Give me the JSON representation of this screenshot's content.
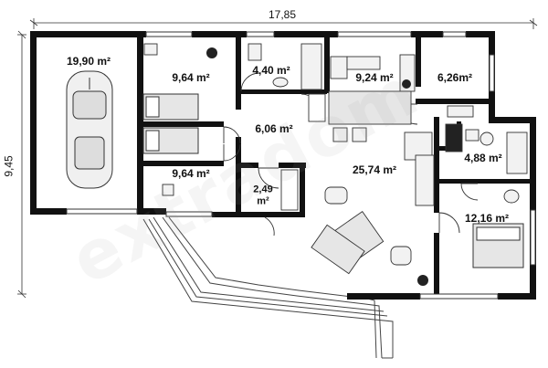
{
  "dimensions": {
    "width": "17,85",
    "height": "9,45"
  },
  "rooms": [
    {
      "id": "garage",
      "area": "19,90 m²"
    },
    {
      "id": "bedroom-top",
      "area": "9,64 m²"
    },
    {
      "id": "bathroom",
      "area": "4,40 m²"
    },
    {
      "id": "kitchen",
      "area": "9,24 m²"
    },
    {
      "id": "utility",
      "area": "6,26m²"
    },
    {
      "id": "hall",
      "area": "6,06 m²"
    },
    {
      "id": "bedroom-bottom",
      "area": "9,64 m²"
    },
    {
      "id": "closet",
      "area_line1": "2,49",
      "area_line2": "m²"
    },
    {
      "id": "living",
      "area": "25,74 m²"
    },
    {
      "id": "bath-small",
      "area": "4,88 m²"
    },
    {
      "id": "bedroom-right",
      "area": "12,16 m²"
    }
  ],
  "watermark": "extradom",
  "colors": {
    "wall": "#111111",
    "furniture_fill": "#e6e6e6",
    "line": "#333333"
  }
}
